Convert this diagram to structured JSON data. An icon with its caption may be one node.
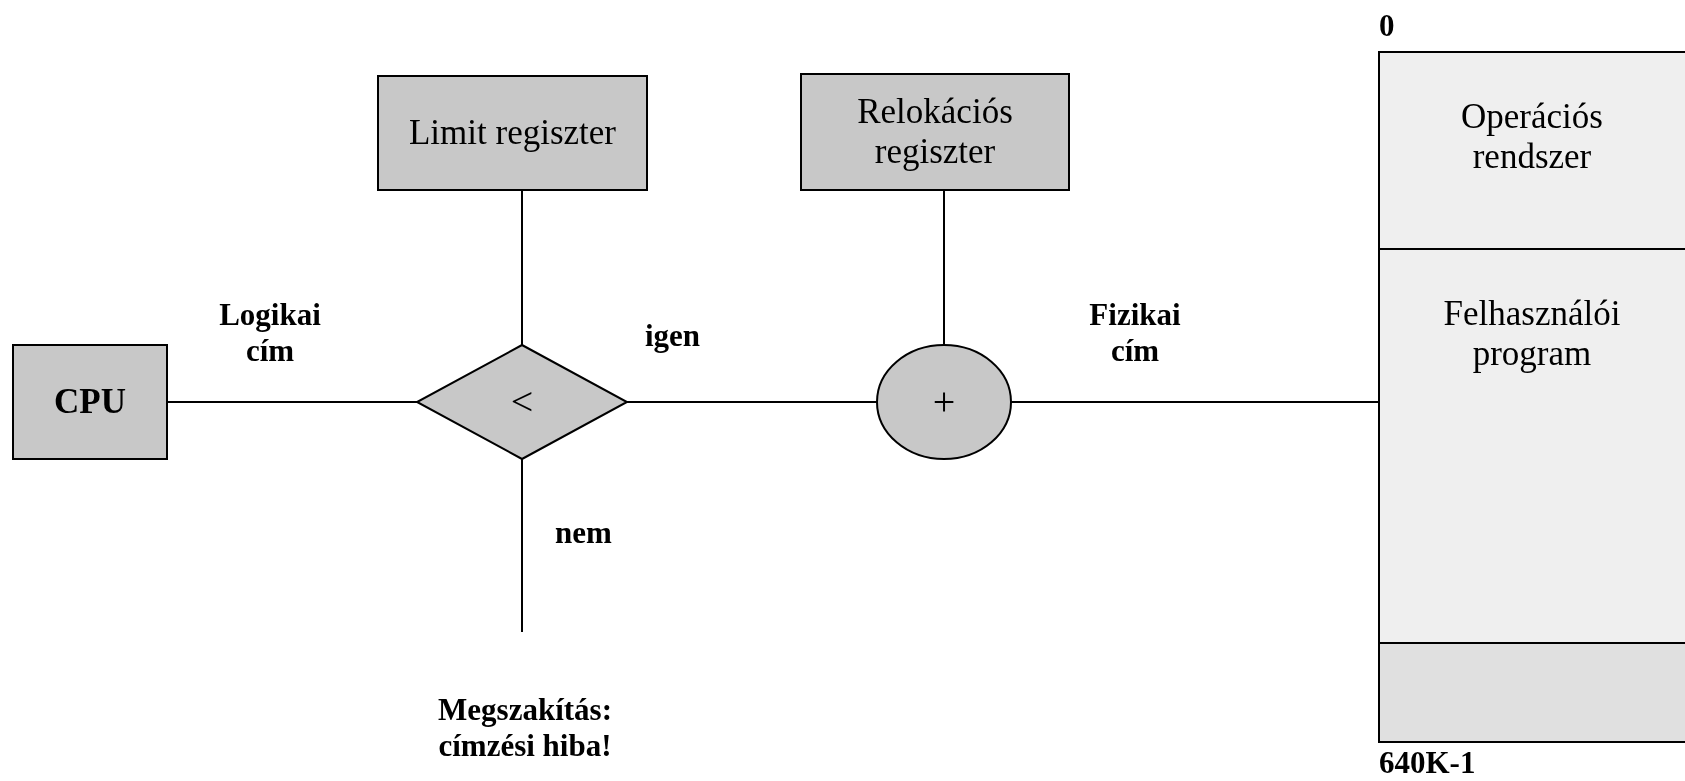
{
  "diagram": {
    "nodes": [
      {
        "text": [
          "CPU"
        ]
      },
      {
        "text": [
          "Limit regiszter"
        ]
      },
      {
        "text": [
          "<"
        ]
      },
      {
        "text": [
          "Relokációs regiszter"
        ]
      },
      {
        "text": [
          "+"
        ]
      },
      {
        "text": [
          "Operációs rendszer"
        ]
      },
      {
        "text": [
          "Felhasználói program"
        ]
      },
      {
        "text": [],
        "shape": "box"
      },
      {
        "text": [
          "Megszakítás: címzési hiba!"
        ]
      }
    ],
    "edges": [
      {
        "from": 0,
        "to": 2,
        "arrow": "none",
        "label": "Logikai cím"
      },
      {
        "from": 1,
        "to": 2,
        "arrow": "none"
      },
      {
        "from": 2,
        "to": 4,
        "arrow": "none",
        "label": "igen"
      },
      {
        "from": 3,
        "to": 4,
        "arrow": "none"
      },
      {
        "from": 4,
        "to": 6,
        "arrow": "none",
        "label": "Fizikai cím"
      },
      {
        "from": 2,
        "to": 8,
        "arrow": "none",
        "label": "nem"
      }
    ],
    "labels": [
      "0",
      "640K-1"
    ]
  }
}
